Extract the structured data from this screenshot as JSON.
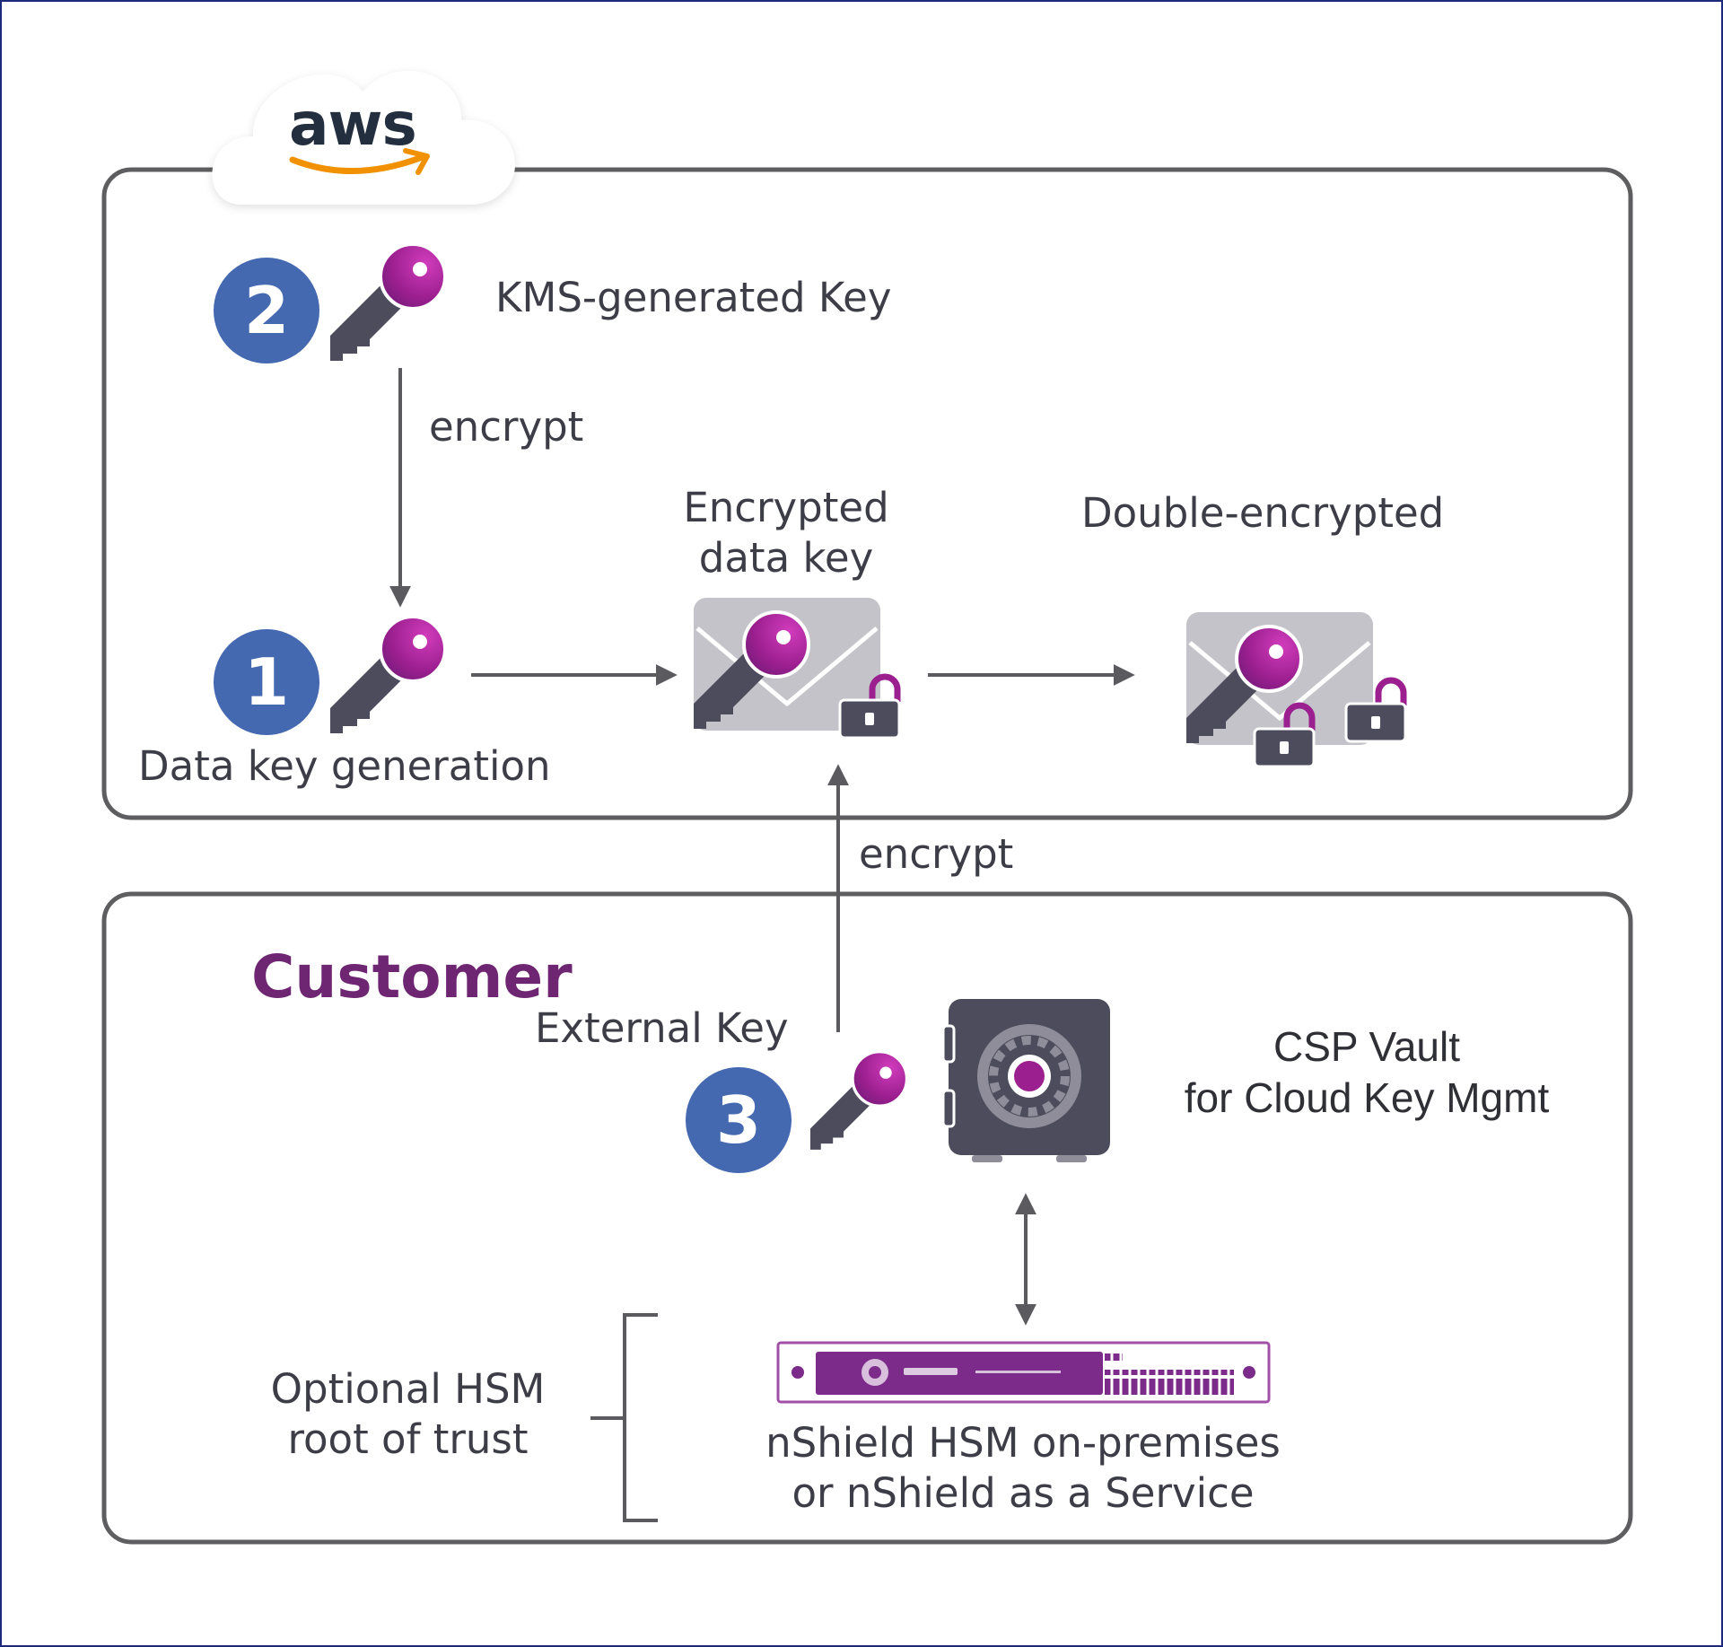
{
  "logo": {
    "text": "aws"
  },
  "steps": [
    {
      "number": "2",
      "label": "KMS-generated Key"
    },
    {
      "number": "1",
      "label": "Data key generation"
    },
    {
      "number": "3",
      "label": "External Key"
    }
  ],
  "arrows": {
    "kms_encrypt": "encrypt",
    "external_encrypt": "encrypt"
  },
  "nodes": {
    "encrypted_data_key": {
      "line1": "Encrypted",
      "line2": "data key"
    },
    "double_encrypted": "Double-encrypted",
    "csp_vault": {
      "line1": "CSP Vault",
      "line2": "for Cloud Key Mgmt"
    },
    "hsm": {
      "line1": "nShield HSM on-premises",
      "line2": "or nShield as a Service"
    },
    "optional_hsm": {
      "line1": "Optional HSM",
      "line2": "root of trust"
    }
  },
  "customer_title": "Customer",
  "colors": {
    "step_circle": "#4569b0",
    "key_head": "#9b1f8f",
    "key_shaft": "#4d4c5c",
    "envelope": "#c3c3c9",
    "lock": "#4d4c5c",
    "customer_title": "#6e2672",
    "hsm_purple": "#7c2b8a",
    "frame_border": "#1c2a7a",
    "aws_orange": "#f29100"
  }
}
